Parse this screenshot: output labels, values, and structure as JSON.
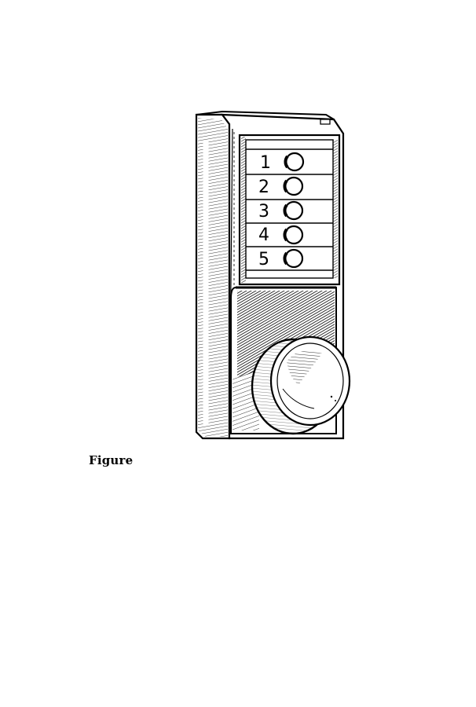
{
  "figure": {
    "caption": "Figure"
  },
  "lock": {
    "buttons": [
      {
        "label": "1"
      },
      {
        "label": "2"
      },
      {
        "label": "3"
      },
      {
        "label": "4"
      },
      {
        "label": "5"
      }
    ],
    "knob_icon": "round-door-knob"
  },
  "colors": {
    "ink": "#000000",
    "paper": "#ffffff"
  }
}
